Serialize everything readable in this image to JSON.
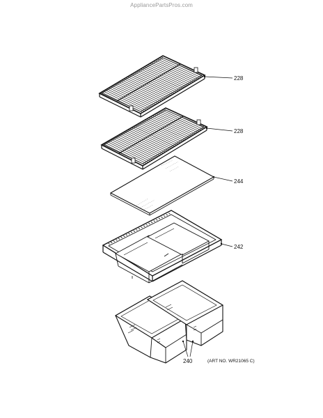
{
  "watermark": "AppliancePartsPros.com",
  "parts": {
    "shelf_top": "228",
    "shelf_bottom": "228",
    "glass_cover": "244",
    "pan_frame": "242",
    "drawers": "240"
  },
  "art_number": "(ART NO. WR21065 C)"
}
